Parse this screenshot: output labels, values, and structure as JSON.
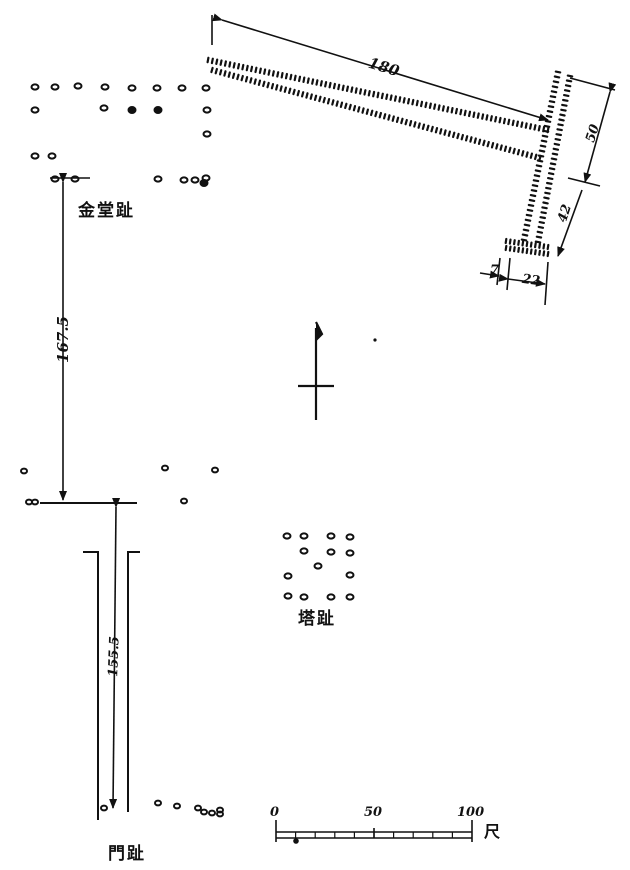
{
  "labels": {
    "golden_hall": "金堂趾",
    "pagoda": "塔趾",
    "gate": "門趾"
  },
  "dimensions": {
    "gallery_length": "180",
    "gallery_end_upper": "50",
    "gallery_end_lower": "42",
    "gallery_width_small": "7",
    "gallery_width": "22",
    "hall_to_gate_wall": "167.5",
    "gate_corridor": "155.5"
  },
  "scale_bar": {
    "tick_start": "0",
    "tick_mid": "50",
    "tick_end": "100",
    "unit": "尺"
  },
  "north_arrow": {
    "icon": "north-arrow-icon"
  },
  "colors": {
    "ink": "#111111",
    "paper": "#ffffff"
  }
}
